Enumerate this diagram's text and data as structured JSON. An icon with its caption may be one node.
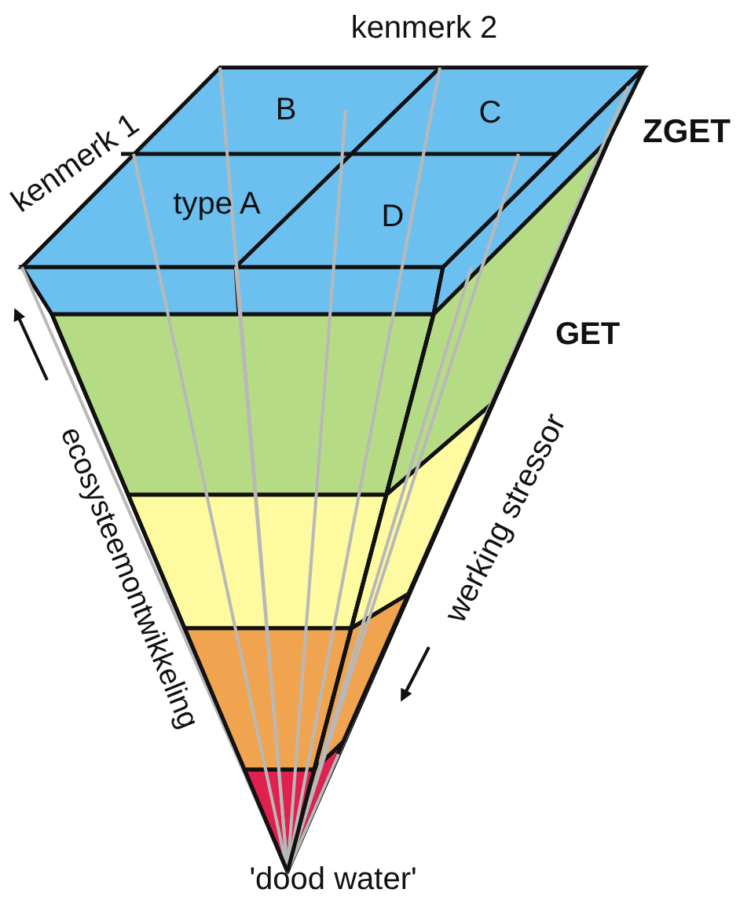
{
  "diagram": {
    "labels": [
      "kenmerk 2",
      "kenmerk 1",
      "B",
      "C",
      "type A",
      "D",
      "ZGET",
      "GET",
      "ecosysteemontwikkeling",
      "werking stressor",
      "'dood water'"
    ]
  }
}
